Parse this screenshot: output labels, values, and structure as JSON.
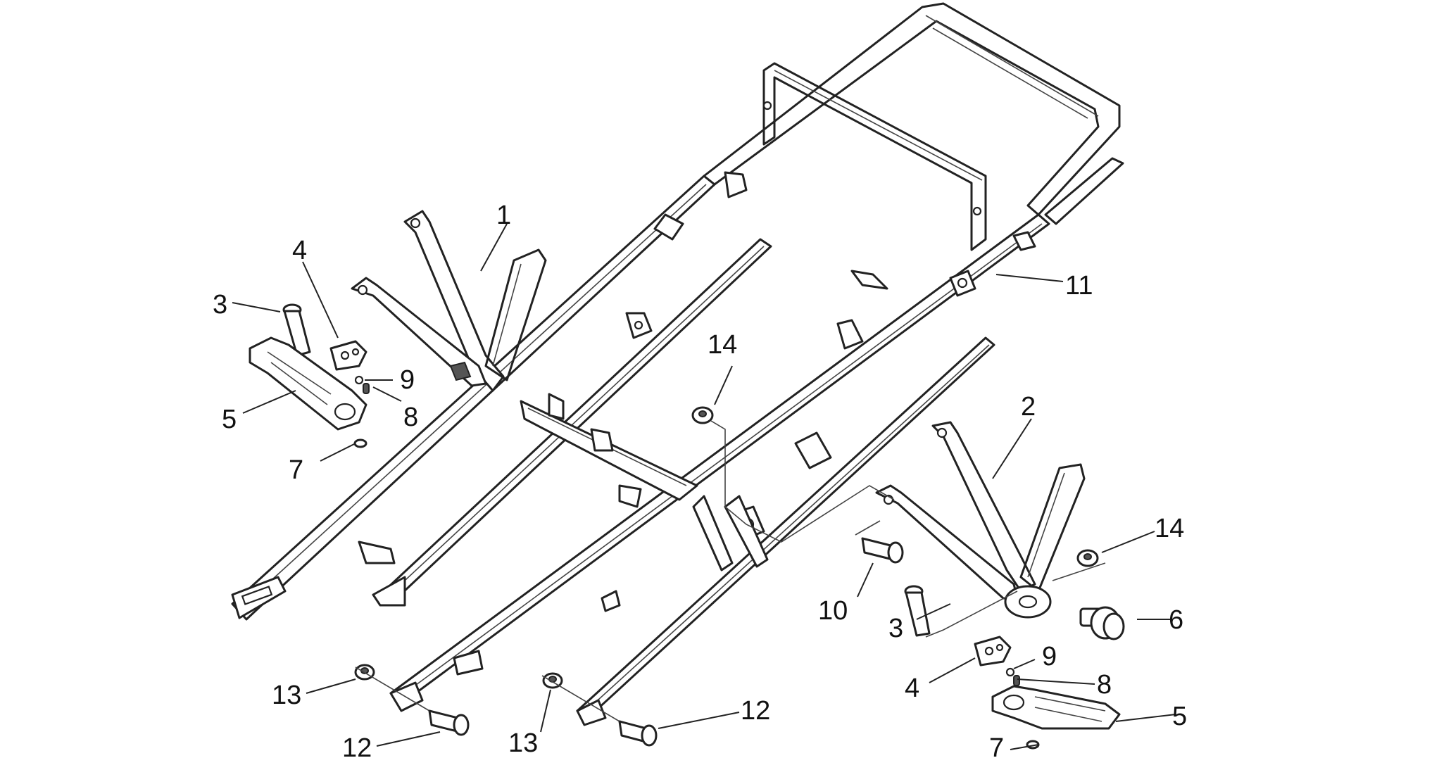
{
  "diagram": {
    "callouts": [
      {
        "id": "c1",
        "label": "1"
      },
      {
        "id": "c2",
        "label": "2"
      },
      {
        "id": "c3a",
        "label": "3"
      },
      {
        "id": "c3b",
        "label": "3"
      },
      {
        "id": "c4a",
        "label": "4"
      },
      {
        "id": "c4b",
        "label": "4"
      },
      {
        "id": "c5a",
        "label": "5"
      },
      {
        "id": "c5b",
        "label": "5"
      },
      {
        "id": "c6",
        "label": "6"
      },
      {
        "id": "c7a",
        "label": "7"
      },
      {
        "id": "c7b",
        "label": "7"
      },
      {
        "id": "c8a",
        "label": "8"
      },
      {
        "id": "c8b",
        "label": "8"
      },
      {
        "id": "c9a",
        "label": "9"
      },
      {
        "id": "c9b",
        "label": "9"
      },
      {
        "id": "c10",
        "label": "10"
      },
      {
        "id": "c11",
        "label": "11"
      },
      {
        "id": "c12a",
        "label": "12"
      },
      {
        "id": "c12b",
        "label": "12"
      },
      {
        "id": "c13a",
        "label": "13"
      },
      {
        "id": "c13b",
        "label": "13"
      },
      {
        "id": "c14a",
        "label": "14"
      },
      {
        "id": "c14b",
        "label": "14"
      }
    ]
  }
}
